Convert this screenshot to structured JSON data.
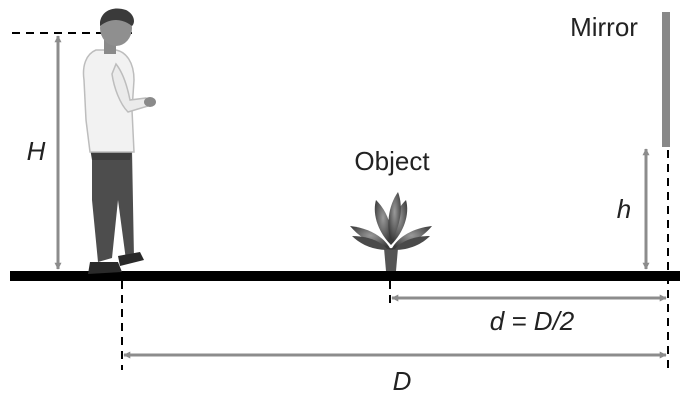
{
  "labels": {
    "mirror": "Mirror",
    "object": "Object",
    "person_height": "H",
    "mirror_height": "h",
    "object_distance": "d = D/2",
    "person_distance": "D"
  },
  "colors": {
    "floor": "#000000",
    "mirror": "#888888",
    "arrow": "#8c8c8c",
    "dash": "#000000",
    "text": "#222222"
  },
  "icons": {
    "person": "standing-man-figure",
    "object": "potted-plant-figure"
  }
}
